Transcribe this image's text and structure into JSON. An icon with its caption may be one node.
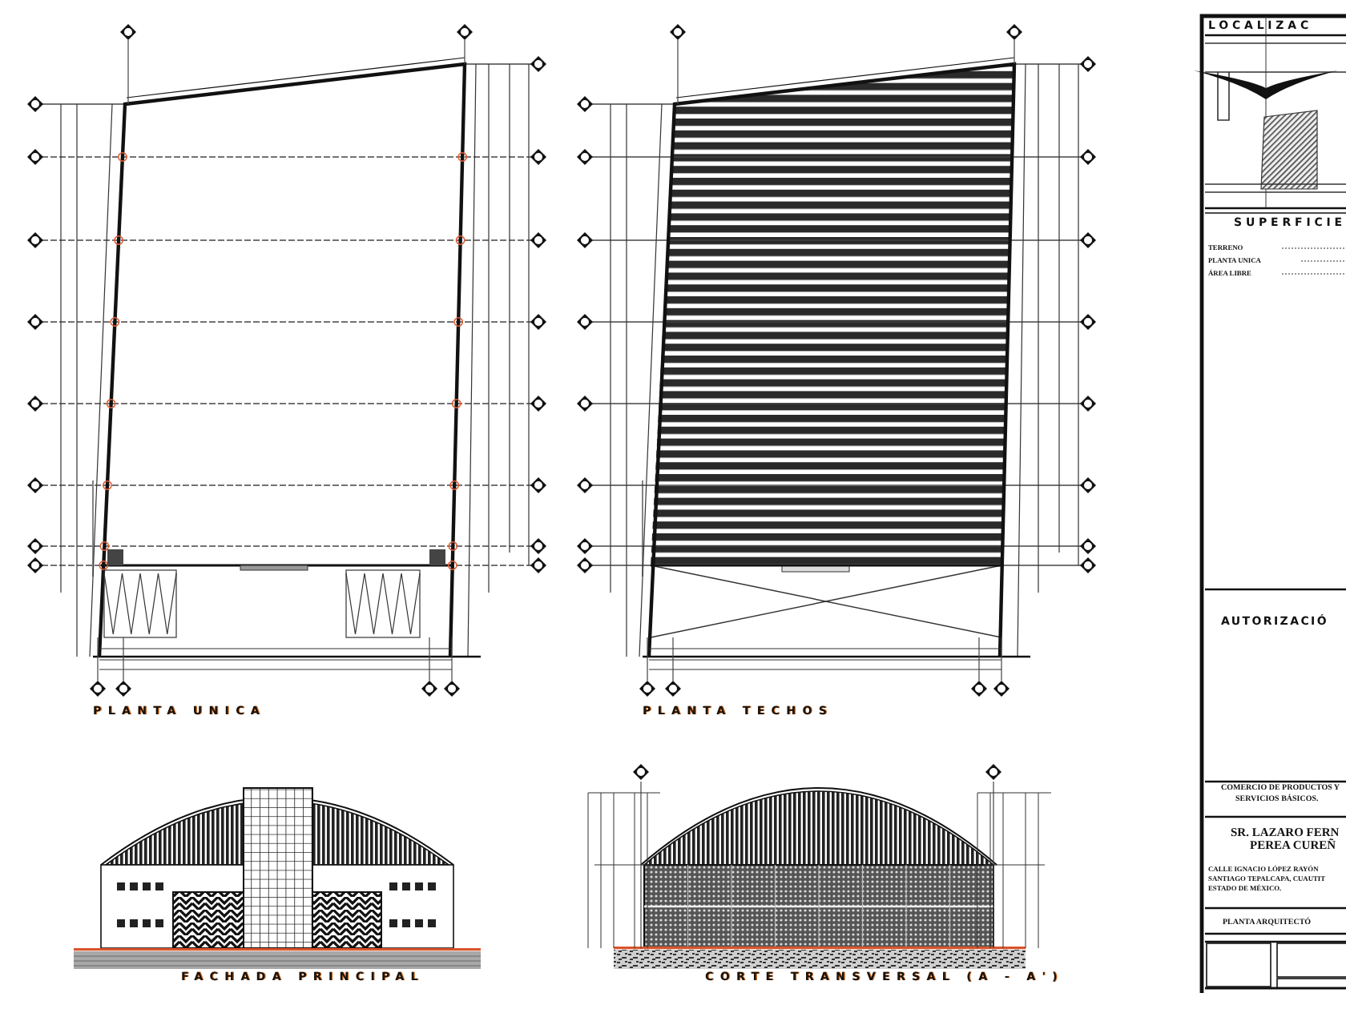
{
  "diagram": {
    "labels": [
      "PLANTA UNICA",
      "PLANTA TECHOS",
      "FACHADA PRINCIPAL",
      "CORTE TRANSVERSAL (A - A')",
      "LOCALIZAC",
      "SUPERFICIE",
      "TERRENO",
      "PLANTA UNICA",
      "ÁREA LIBRE",
      "AUTORIZACIÓ",
      "COMERCIO DE PRODUCTOS Y",
      "SERVICIOS BÁSICOS.",
      "SR. LAZARO FERN",
      "PEREA CUREÑ",
      "CALLE IGNACIO LÓPEZ RAYÓN",
      "SANTIAGO TEPALCAPA, CUAUTIT",
      "ESTADO DE MÉXICO.",
      "PLANTA ARQUITECTÓ"
    ]
  }
}
